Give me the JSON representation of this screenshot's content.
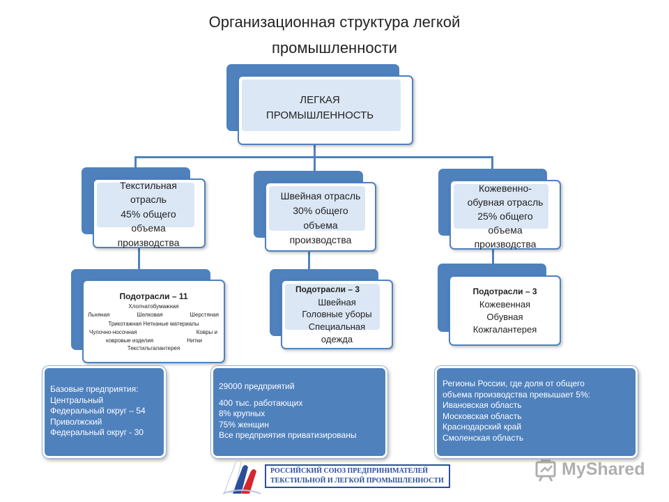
{
  "title": {
    "line1": "Организационная структура легкой",
    "line2": "промышленности"
  },
  "root": {
    "line1": "ЛЕГКАЯ",
    "line2": "ПРОМЫШЛЕННОСТЬ"
  },
  "branches": [
    {
      "lines": [
        "Текстильная",
        "отрасль",
        "45% общего",
        "объема",
        "производства"
      ]
    },
    {
      "lines": [
        "Швейная отрасль",
        "30% общего",
        "объема",
        "производства"
      ]
    },
    {
      "lines": [
        "Кожевенно-",
        "обувная отрасль",
        "25% общего",
        "объема",
        "производства"
      ]
    }
  ],
  "textile_sub": {
    "heading": "Подотрасли – 11",
    "row1": "Хлопчатобумажная",
    "row2": [
      "Льняная",
      "Шелковая",
      "Шерстяная"
    ],
    "row3": "Трикотажная Нетканые материалы",
    "row4": [
      "Чулочно-носочная",
      "Ковры и"
    ],
    "row5": [
      "ковровые изделия",
      "Нитки"
    ],
    "row6": "Текстильгалантерея"
  },
  "sewing_sub": {
    "heading": "Подотрасли – 3",
    "items": [
      "Швейная",
      "Головные уборы",
      "Специальная",
      "одежда"
    ]
  },
  "leather_sub": {
    "heading": "Подотрасли – 3",
    "items": [
      "Кожевенная",
      "Обувная",
      "Кожгалантерея"
    ]
  },
  "info_left": {
    "lines": [
      "Базовые предприятия:",
      "Центральный",
      "Федеральный округ – 54",
      "Приволжский",
      "Федеральный округ - 30"
    ]
  },
  "info_center": {
    "lines": [
      "29000 предприятий",
      "400 тыс. работающих",
      "8% крупных",
      "75% женщин",
      "Все предприятия приватизированы"
    ]
  },
  "info_right": {
    "lines": [
      "Регионы России, где доля от общего",
      "объема  производства превышает 5%:",
      "Ивановская область",
      "Московская  область",
      "Краснодарский край",
      "Смоленская область"
    ]
  },
  "logo": {
    "line1": "РОССИЙСКИЙ СОЮЗ ПРЕДПРИНИМАТЕЛЕЙ",
    "line2": "ТЕКСТИЛЬНОЙ И ЛЕГКОЙ ПРОМЫШЛЕННОСТИ"
  },
  "watermark": {
    "text": "MyShared"
  },
  "colors": {
    "accent": "#4f81bd",
    "inner_fill": "#dbe7f5",
    "logo_red": "#d7262e",
    "logo_blue": "#2a4f9a"
  }
}
